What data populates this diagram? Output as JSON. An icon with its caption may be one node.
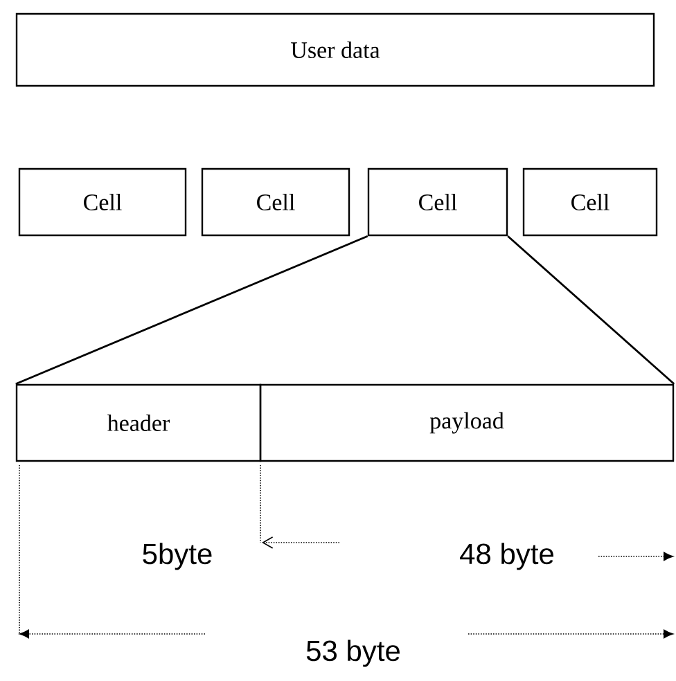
{
  "diagram": {
    "nodes": [
      {
        "text": [
          "User data"
        ]
      },
      {
        "text": [
          "Cell"
        ]
      },
      {
        "text": [
          "Cell"
        ]
      },
      {
        "text": [
          "Cell"
        ]
      },
      {
        "text": [
          "Cell"
        ]
      },
      {
        "text": [
          "header"
        ]
      },
      {
        "text": [
          "payload"
        ]
      }
    ],
    "edges": [
      {
        "from": 3,
        "to": 5,
        "arrow": "none"
      },
      {
        "from": 3,
        "to": 6,
        "arrow": "none"
      }
    ],
    "labels": [
      "5byte",
      "48 byte",
      "53 byte"
    ]
  }
}
